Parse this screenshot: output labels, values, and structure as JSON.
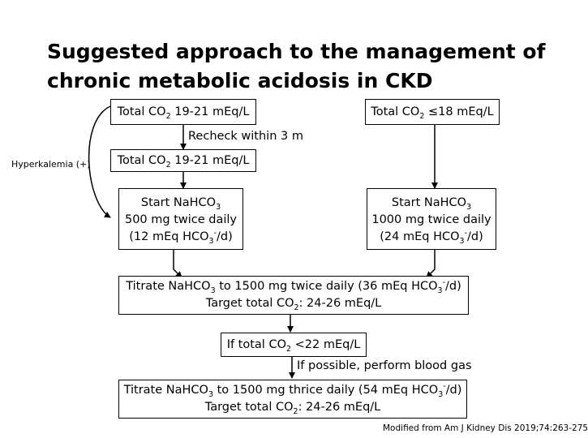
{
  "title": {
    "line1": "Suggested approach to the management of",
    "line2": "chronic metabolic acidosis in CKD"
  },
  "nodes": {
    "co2_mild": {
      "pre": "Total CO",
      "sub": "2",
      "post": " 19-21 mEq/L"
    },
    "co2_severe": {
      "pre": "Total CO",
      "sub": "2",
      "post": " ≤18 mEq/L"
    },
    "recheck": "Recheck within 3 m",
    "co2_mild_confirm": {
      "pre": "Total CO",
      "sub": "2",
      "post": " 19-21 mEq/L"
    },
    "hyperkalemia": "Hyperkalemia (+)",
    "start_500": {
      "l1_pre": "Start NaHCO",
      "l1_sub": "3",
      "l2": "500 mg twice daily",
      "l3_pre": "(12 mEq HCO",
      "l3_sub": "3",
      "l3_sup": "-",
      "l3_post": "/d)"
    },
    "start_1000": {
      "l1_pre": "Start NaHCO",
      "l1_sub": "3",
      "l2": "1000 mg twice daily",
      "l3_pre": "(24 mEq HCO",
      "l3_sub": "3",
      "l3_sup": "-",
      "l3_post": "/d)"
    },
    "titrate_twice": {
      "l1_pre": "Titrate NaHCO",
      "l1_sub": "3",
      "l1_mid": " to 1500 mg twice daily (36 mEq HCO",
      "l1_sub2": "3",
      "l1_sup": "-",
      "l1_post": "/d)",
      "l2_pre": "Target total CO",
      "l2_sub": "2",
      "l2_post": ": 24-26 mEq/L"
    },
    "if_low": {
      "pre": "If total CO",
      "sub": "2",
      "post": " <22 mEq/L"
    },
    "blood_gas": "If possible, perform blood gas",
    "titrate_thrice": {
      "l1_pre": "Titrate NaHCO",
      "l1_sub": "3",
      "l1_mid": " to 1500 mg thrice daily (54 mEq HCO",
      "l1_sub2": "3",
      "l1_sup": "-",
      "l1_post": "/d)",
      "l2_pre": "Target total CO",
      "l2_sub": "2",
      "l2_post": ": 24-26 mEq/L"
    }
  },
  "source": "Modified from Am J Kidney Dis 2019;74:263-275",
  "colors": {
    "line": "#000000",
    "background": "#ffffff"
  }
}
